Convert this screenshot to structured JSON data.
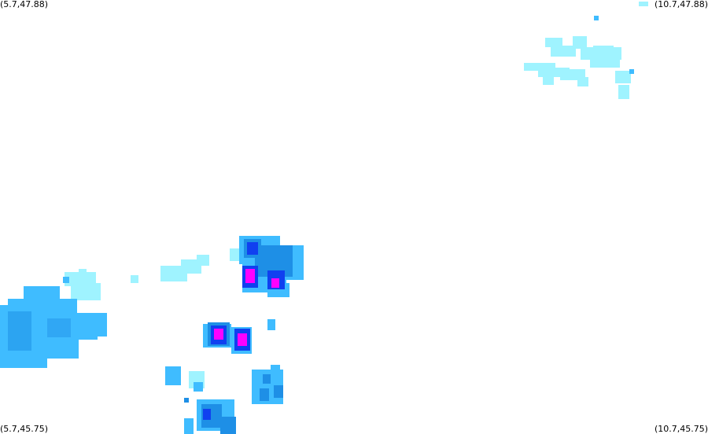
{
  "map": {
    "corner_labels": {
      "top_left": "(5.7,47.88)",
      "top_right": "(10.7,47.88)",
      "bottom_left": "(5.7,45.75)",
      "bottom_right": "(10.7,45.75)"
    },
    "bounds": {
      "lon_min": 5.7,
      "lon_max": 10.7,
      "lat_min": 45.75,
      "lat_max": 47.88
    },
    "colors": {
      "background": "#ffffff",
      "level_1": "#9ff3ff",
      "level_2": "#3fbcff",
      "level_3": "#1e8fe6",
      "level_4": "#1040f0",
      "level_5": "#ff00ff"
    }
  }
}
